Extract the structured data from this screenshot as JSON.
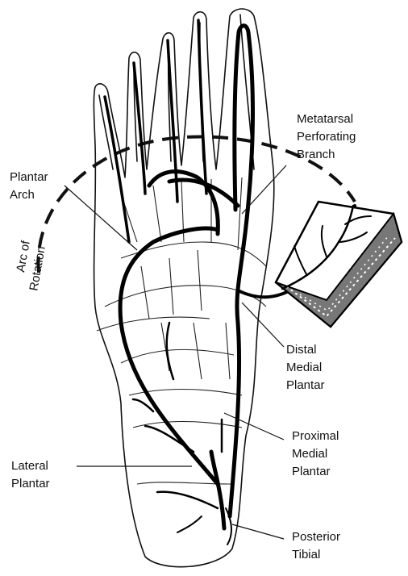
{
  "labels": {
    "metatarsal": [
      "Metatarsal",
      "Perforating",
      "Branch"
    ],
    "plantar_arch": [
      "Plantar",
      "Arch"
    ],
    "arc_of_rotation": [
      "Arc of",
      "Rotation"
    ],
    "distal_medial": [
      "Distal",
      "Medial",
      "Plantar"
    ],
    "proximal_medial": [
      "Proximal",
      "Medial",
      "Plantar"
    ],
    "lateral_plantar": [
      "Lateral",
      "Plantar"
    ],
    "posterior_tibial": [
      "Posterior",
      "Tibial"
    ]
  }
}
